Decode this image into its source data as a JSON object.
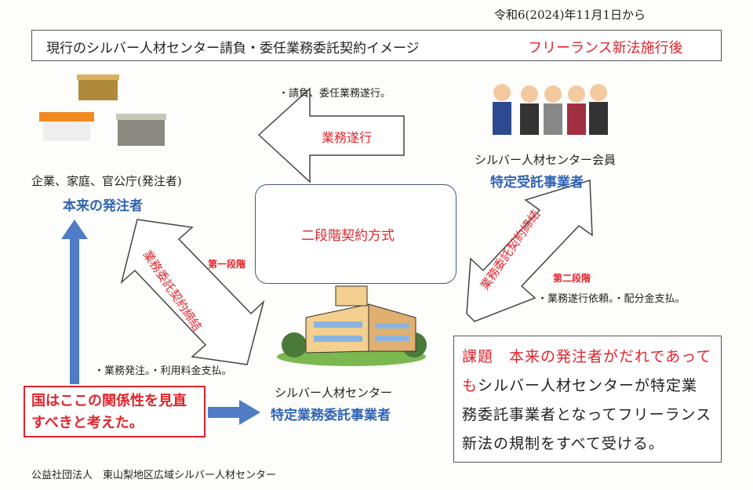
{
  "date_note": "令和6(2024)年11月1日から",
  "header": {
    "title": "現行のシルバー人材センター請負・委任業務委託契約イメージ",
    "subtitle": "フリーランス新法施行後"
  },
  "top_arrow": {
    "note": "・請負、委任業務遂行。",
    "label": "業務遂行"
  },
  "client": {
    "name": "企業、家庭、官公庁(発注者)",
    "role": "本来の発注者"
  },
  "member": {
    "name": "シルバー人材センター会員",
    "role": "特定受託事業者"
  },
  "center": {
    "label": "二段階契約方式"
  },
  "left_arrow": {
    "label": "業務委託契約締結",
    "stage": "第一段階",
    "note": "・業務発注。・利用料金支払。"
  },
  "right_arrow": {
    "label": "業務委託契約締結",
    "stage": "第二段階",
    "note": "・業務遂行依頼。・配分金支払。"
  },
  "silver_center": {
    "name": "シルバー人材センター",
    "role": "特定業務委託事業者"
  },
  "gov_box": {
    "text": "国はここの関係性を見直すべきと考えた。"
  },
  "issue": {
    "heading": "課題",
    "text_red": "本来の発注者がだれであっても",
    "text_black": "シルバー人材センターが特定業務委託事業者となってフリーランス新法の規制をすべて受ける。"
  },
  "footer": "公益社団法人　東山梨地区広域シルバー人材センター"
}
